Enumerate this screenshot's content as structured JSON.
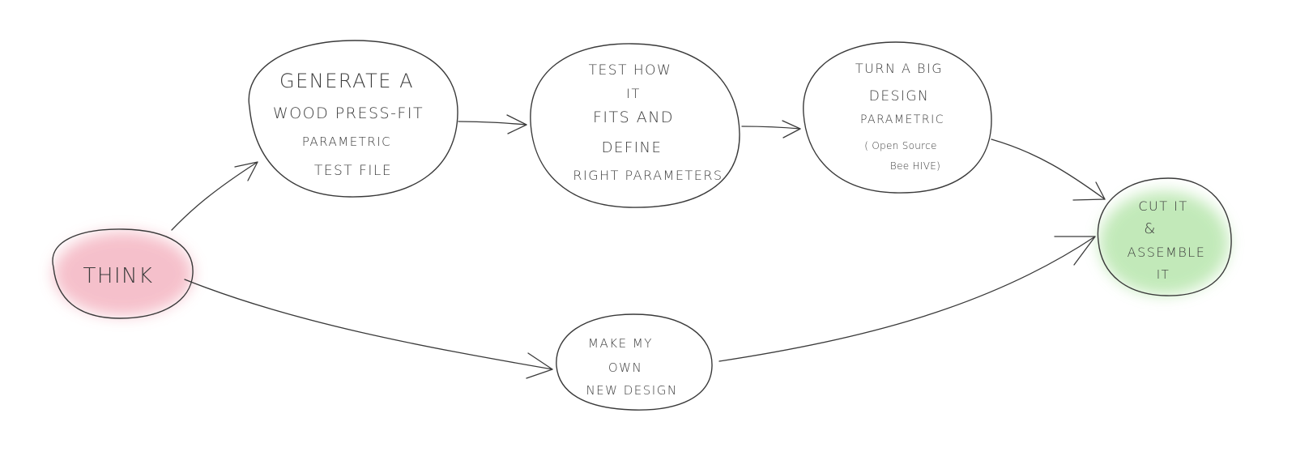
{
  "nodes": {
    "think": {
      "lines": [
        "THINK"
      ],
      "fill": "#f4b6c2"
    },
    "generate": {
      "lines": [
        "GENERATE A",
        "WOOD PRESS-FIT",
        "PARAMETRIC",
        "TEST FILE"
      ]
    },
    "test": {
      "lines": [
        "TEST HOW",
        "IT",
        "FITS AND",
        "DEFINE",
        "RIGHT PARAMETERS"
      ]
    },
    "turn": {
      "lines": [
        "TURN A BIG",
        "DESIGN",
        "PARAMETRIC",
        "( Open Source",
        "Bee HIVE)"
      ]
    },
    "own": {
      "lines": [
        "MAKE MY",
        "OWN",
        "NEW DESIGN"
      ]
    },
    "cut": {
      "lines": [
        "CUT IT",
        "&",
        "ASSEMBLE",
        "IT"
      ],
      "fill": "#b8e6ad"
    }
  },
  "colors": {
    "stroke": "#3a3a3a",
    "text": "#3c3c3c"
  }
}
